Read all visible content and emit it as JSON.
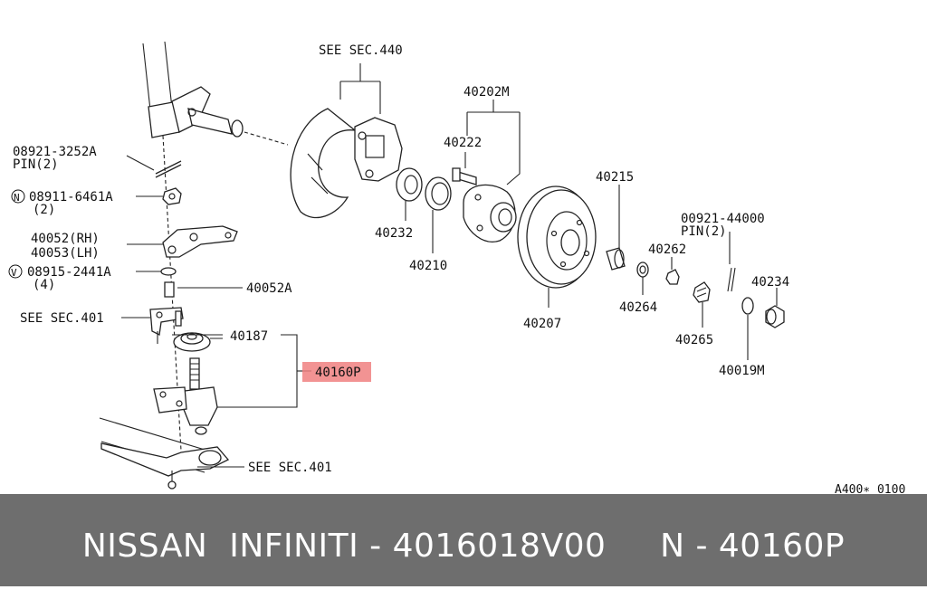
{
  "footer": {
    "text": "NISSAN  INFINITI - 4016018V00     N - 40160P"
  },
  "labels": {
    "see_sec_440": "SEE SEC.440",
    "p40202m": "40202M",
    "p40222": "40222",
    "p40232": "40232",
    "p40210": "40210",
    "p40215": "40215",
    "p00921_44000": "00921-44000",
    "pin2_right": "PIN(2)",
    "p40262": "40262",
    "p40234": "40234",
    "p40264": "40264",
    "p40265": "40265",
    "p40207": "40207",
    "p40019m": "40019M",
    "p08921_3252a": "08921-3252A",
    "pin2_left": "PIN(2)",
    "n_symbol": "N",
    "p08911_6461a": "08911-6461A",
    "qty2": "(2)",
    "p40052_rh": "40052(RH)",
    "p40053_lh": "40053(LH)",
    "v_symbol": "V",
    "p08915_2441a": "08915-2441A",
    "qty4": "(4)",
    "p40052a": "40052A",
    "see_sec_401_top": "SEE SEC.401",
    "p40187": "40187",
    "p40160p": "40160P",
    "see_sec_401_bottom": "SEE SEC.401",
    "drawing_code": "A400∗ 0100"
  },
  "highlight_color": "#f08080"
}
